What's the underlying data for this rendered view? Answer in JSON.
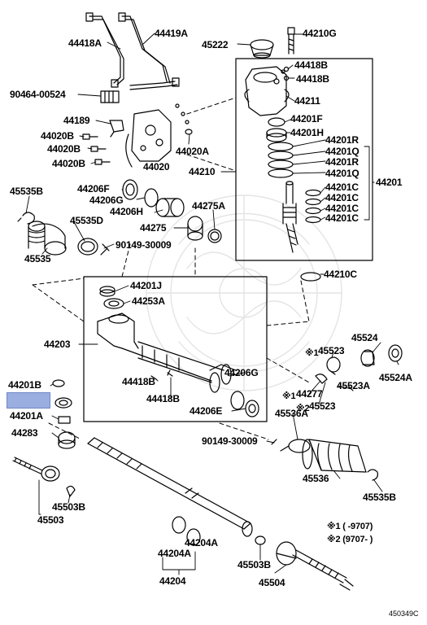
{
  "diagram": {
    "highlight_color": "#9aaee0",
    "line_color": "#000000",
    "parts": [
      {
        "id": "p1",
        "text": "44418A"
      },
      {
        "id": "p2",
        "text": "44419A"
      },
      {
        "id": "p3",
        "text": "45222"
      },
      {
        "id": "p4",
        "text": "44210G"
      },
      {
        "id": "p5",
        "text": "44418B"
      },
      {
        "id": "p6",
        "text": "44418B"
      },
      {
        "id": "p7",
        "text": "90464-00524"
      },
      {
        "id": "p8",
        "text": "44211"
      },
      {
        "id": "p9",
        "text": "44189"
      },
      {
        "id": "p10",
        "text": "44201F"
      },
      {
        "id": "p11",
        "text": "44201H"
      },
      {
        "id": "p12",
        "text": "44020B"
      },
      {
        "id": "p13",
        "text": "44020B"
      },
      {
        "id": "p14",
        "text": "44020A"
      },
      {
        "id": "p15",
        "text": "44201R"
      },
      {
        "id": "p16",
        "text": "44201Q"
      },
      {
        "id": "p17",
        "text": "44020B"
      },
      {
        "id": "p18",
        "text": "44020"
      },
      {
        "id": "p19",
        "text": "44210"
      },
      {
        "id": "p20",
        "text": "44201R"
      },
      {
        "id": "p21",
        "text": "44201Q"
      },
      {
        "id": "p22",
        "text": "44201"
      },
      {
        "id": "p23",
        "text": "45535B"
      },
      {
        "id": "p24",
        "text": "44206F"
      },
      {
        "id": "p25",
        "text": "44206G"
      },
      {
        "id": "p26",
        "text": "44201C"
      },
      {
        "id": "p27",
        "text": "44201C"
      },
      {
        "id": "p28",
        "text": "44206H"
      },
      {
        "id": "p29",
        "text": "44275A"
      },
      {
        "id": "p30",
        "text": "44201C"
      },
      {
        "id": "p31",
        "text": "45535D"
      },
      {
        "id": "p32",
        "text": "44275"
      },
      {
        "id": "p33",
        "text": "44201C"
      },
      {
        "id": "p34",
        "text": "90149-30009"
      },
      {
        "id": "p35",
        "text": "45535"
      },
      {
        "id": "p36",
        "text": "44210C"
      },
      {
        "id": "p37",
        "text": "44201J"
      },
      {
        "id": "p38",
        "text": "44253A"
      },
      {
        "id": "p39",
        "text": "45524"
      },
      {
        "id": "p40",
        "text": "44203"
      },
      {
        "id": "p41",
        "text": "45523"
      },
      {
        "id": "p42",
        "text": "44206G"
      },
      {
        "id": "p43",
        "text": "45524A"
      },
      {
        "id": "p44",
        "text": "44418B"
      },
      {
        "id": "p45",
        "text": "45523A"
      },
      {
        "id": "p46",
        "text": "44201B"
      },
      {
        "id": "p47",
        "text": "44418B"
      },
      {
        "id": "p48",
        "text": "44277"
      },
      {
        "id": "p49",
        "text": "45523"
      },
      {
        "id": "p50",
        "text": "44206E"
      },
      {
        "id": "p51",
        "text": "45536A"
      },
      {
        "id": "p52",
        "text": "44201A"
      },
      {
        "id": "p53",
        "text": "44283"
      },
      {
        "id": "p54",
        "text": "90149-30009"
      },
      {
        "id": "p55",
        "text": "45536"
      },
      {
        "id": "p56",
        "text": "45535B"
      },
      {
        "id": "p57",
        "text": "45503B"
      },
      {
        "id": "p58",
        "text": "45503"
      },
      {
        "id": "p59",
        "text": "44204A"
      },
      {
        "id": "p60",
        "text": "44204A"
      },
      {
        "id": "p61",
        "text": "45503B"
      },
      {
        "id": "p62",
        "text": "44204"
      },
      {
        "id": "p63",
        "text": "45504"
      }
    ],
    "markers": {
      "m1": "※1",
      "m2": "※1",
      "m3": "※2"
    },
    "legend": {
      "line1": "※1 (        -9707)",
      "line2": "※2 (9707-        )"
    },
    "code": "450349C"
  }
}
